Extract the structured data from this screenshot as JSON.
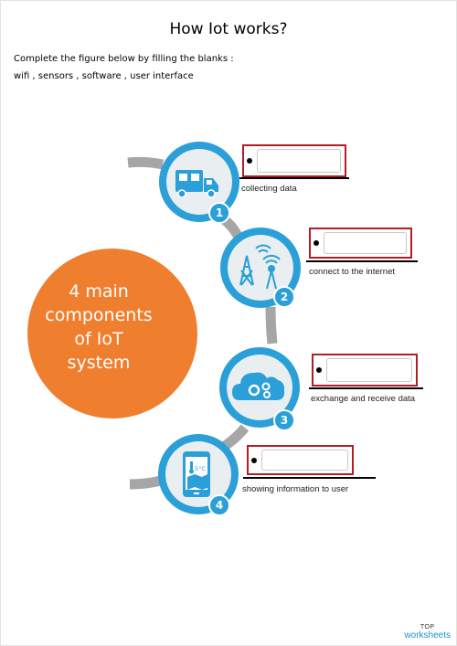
{
  "title": "How Iot works?",
  "instruction": "Complete the figure below by filling the blanks :",
  "word_list": "wifi , sensors , software , user interface",
  "center": {
    "lines": [
      "4 main",
      "components",
      "of IoT",
      "system"
    ]
  },
  "stages": [
    {
      "number": "1",
      "label": "collecting data",
      "answer": "",
      "icon": "truck-icon"
    },
    {
      "number": "2",
      "label": "connect to the internet",
      "answer": "",
      "icon": "antenna-tower-icon"
    },
    {
      "number": "3",
      "label": "exchange and receive data",
      "answer": "",
      "icon": "cloud-gears-icon"
    },
    {
      "number": "4",
      "label": "showing information to user",
      "answer": "",
      "icon": "phone-temperature-icon"
    }
  ],
  "phone_temp": "5°C",
  "footer": {
    "top": "TOP",
    "brand": "worksheets"
  },
  "colors": {
    "accent_blue": "#2b9fd8",
    "orange": "#ef7f2e",
    "connector_gray": "#a6a6a6",
    "box_red": "#b21e23"
  }
}
